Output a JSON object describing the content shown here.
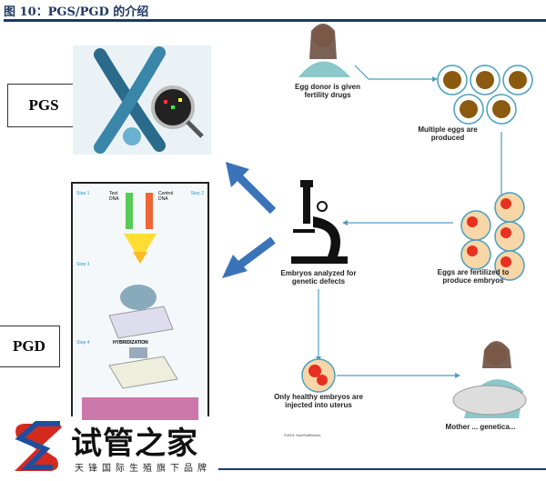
{
  "title": "图 10：PGS/PGD 的介绍",
  "labels": {
    "pgs": "PGS",
    "pgd": "PGD"
  },
  "microarray": {
    "step1": "Step 1",
    "step2": "Step 2",
    "step3": "Step 3",
    "step4": "Step 4",
    "test_dna": "Test DNA",
    "control_dna": "Control DNA",
    "hybridization": "HYBRIDIZATION"
  },
  "process": {
    "egg_donor": "Egg donor is given fertility drugs",
    "multiple_eggs": "Multiple eggs are produced",
    "fertilized": "Eggs are fertilized to produce embryos",
    "analyzed": "Embryos analyzed for genetic defects",
    "injected": "Only healthy embryos are injected into uterus",
    "mother": "Mother ... genetica...",
    "copyright": "©2001 HowStuffWorks"
  },
  "logo": {
    "name": "试管之家",
    "tagline": "天锋国际生殖旗下品牌"
  },
  "colors": {
    "rule": "#1f3864",
    "arrow": "#3a73b8",
    "flow": "#4a9fc0"
  }
}
